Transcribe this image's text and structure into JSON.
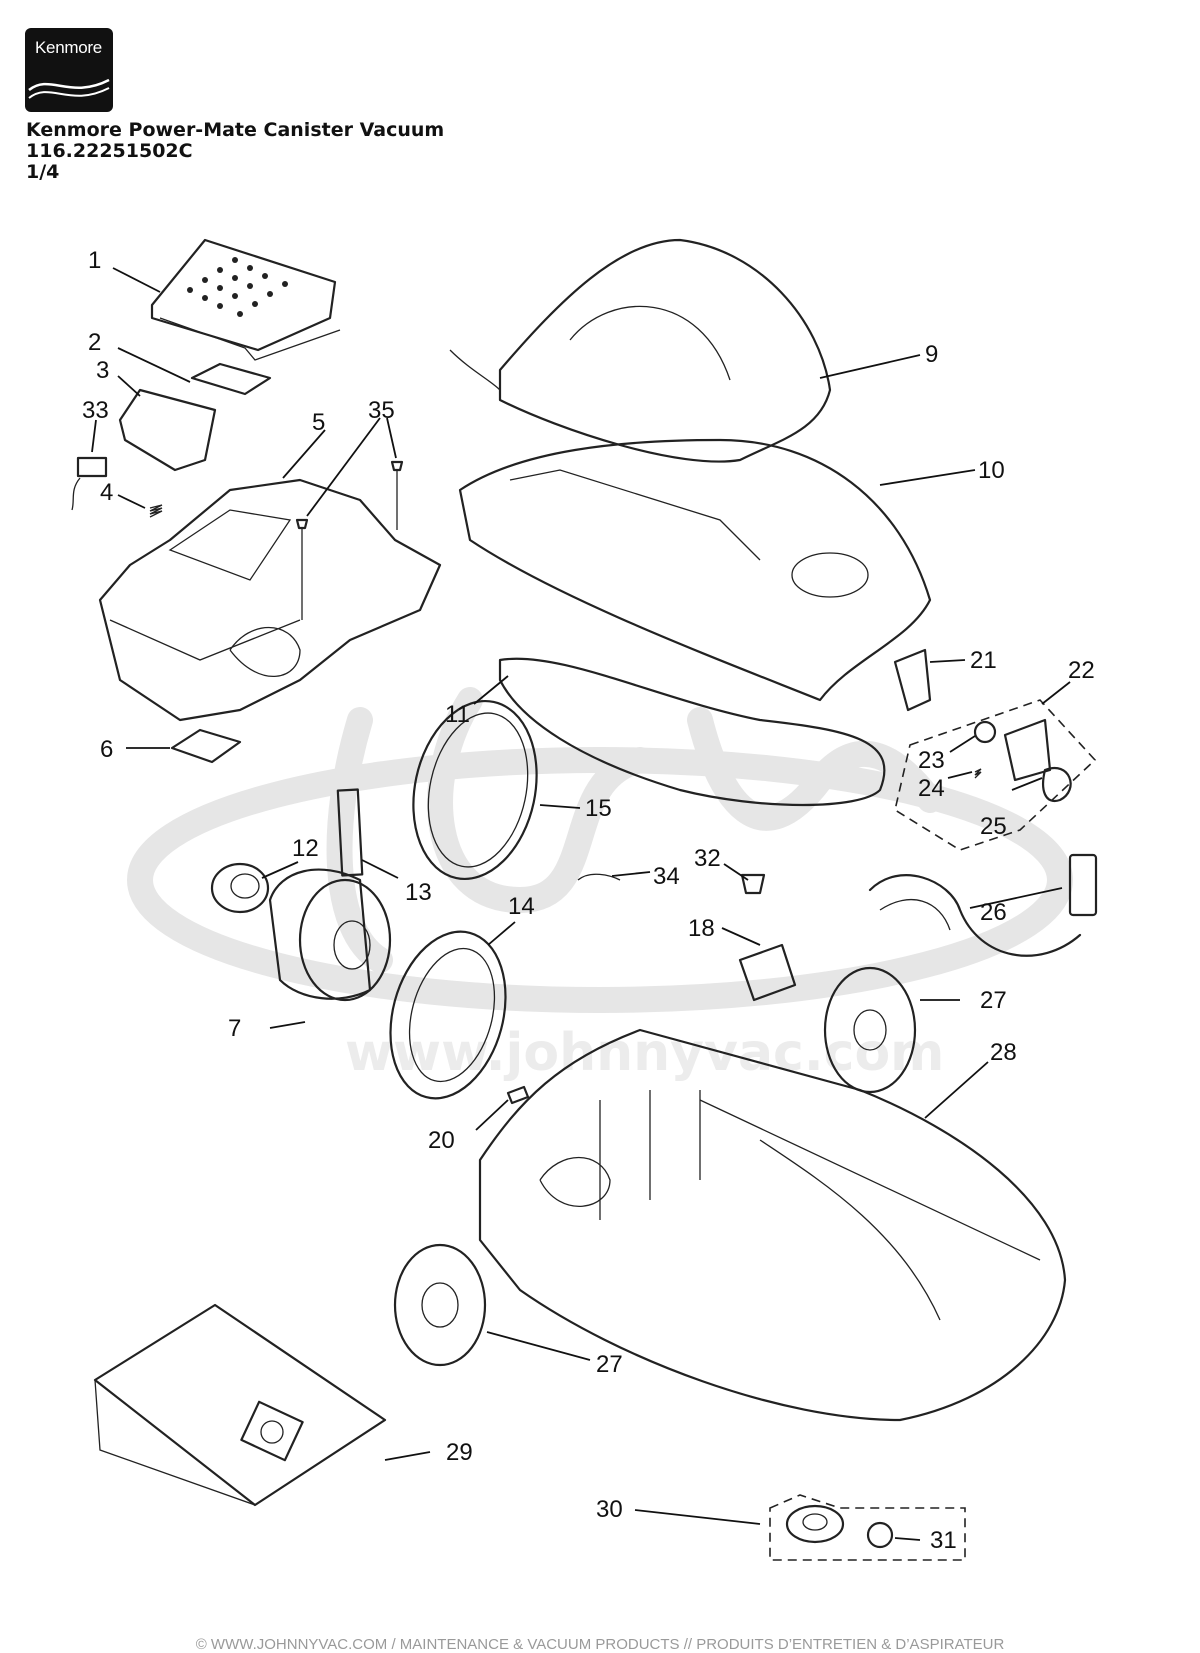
{
  "brand": {
    "logo_text": "Kenmore"
  },
  "header": {
    "title": "Kenmore Power-Mate Canister Vacuum",
    "model": "116.22251502C",
    "page": "1/4"
  },
  "diagram": {
    "callouts": [
      "1",
      "2",
      "3",
      "33",
      "4",
      "5",
      "35",
      "6",
      "9",
      "10",
      "11",
      "21",
      "22",
      "23",
      "24",
      "25",
      "15",
      "12",
      "13",
      "32",
      "34",
      "7",
      "14",
      "18",
      "26",
      "27",
      "28",
      "20",
      "27",
      "29",
      "30",
      "31"
    ]
  },
  "footer": "© WWW.JOHNNYVAC.COM / MAINTENANCE & VACUUM PRODUCTS  //  PRODUITS D’ENTRETIEN & D’ASPIRATEUR",
  "colors": {
    "ink": "#111111",
    "watermark": "#e6e6e6",
    "background": "#ffffff"
  }
}
